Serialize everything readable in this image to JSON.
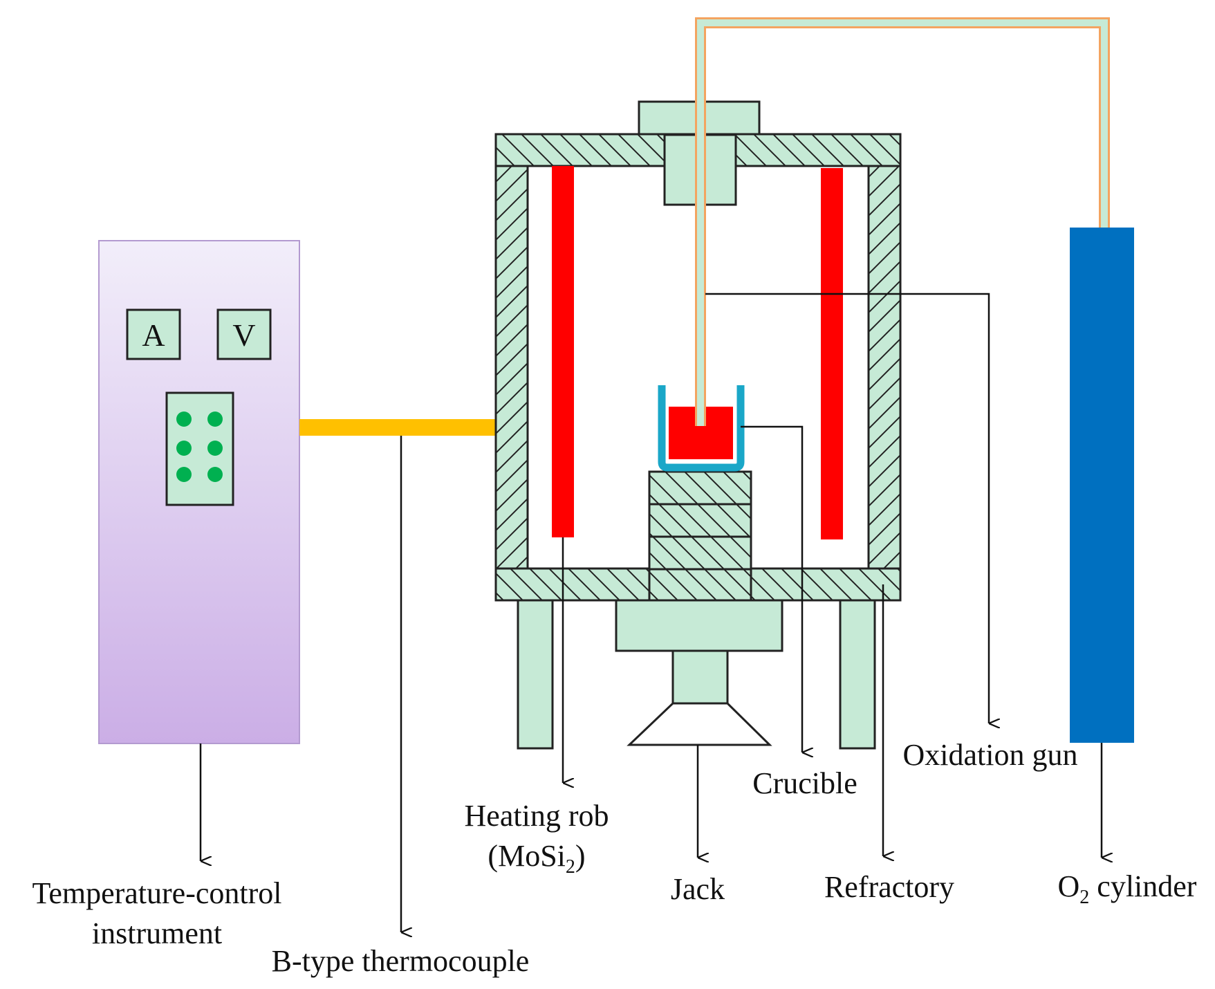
{
  "instrument": {
    "meter_a": "A",
    "meter_v": "V"
  },
  "labels": {
    "temperature_control_line1": "Temperature-control",
    "temperature_control_line2": "instrument",
    "thermocouple": "B-type thermocouple",
    "heating_rod_line1": "Heating rob",
    "heating_rod_open": "(MoSi",
    "heating_rod_sub": "2",
    "heating_rod_close": ")",
    "jack": "Jack",
    "crucible": "Crucible",
    "refractory": "Refractory",
    "oxidation_gun": "Oxidation gun",
    "o2_prefix": "O",
    "o2_sub": "2",
    "o2_suffix": " cylinder"
  },
  "colors": {
    "cabinet_top": "#f2eefa",
    "cabinet_bottom": "#cbaee6",
    "refractory_fill": "#c6ead6",
    "heating_rod": "#ff0000",
    "crucible": "#1aa7c8",
    "melt": "#ff0000",
    "thermocouple": "#ffc000",
    "gas_pipe_outline": "#f4a460",
    "gas_pipe_fill": "#c6ead6",
    "cylinder": "#0070c0",
    "indicator_dots": "#00b050"
  }
}
